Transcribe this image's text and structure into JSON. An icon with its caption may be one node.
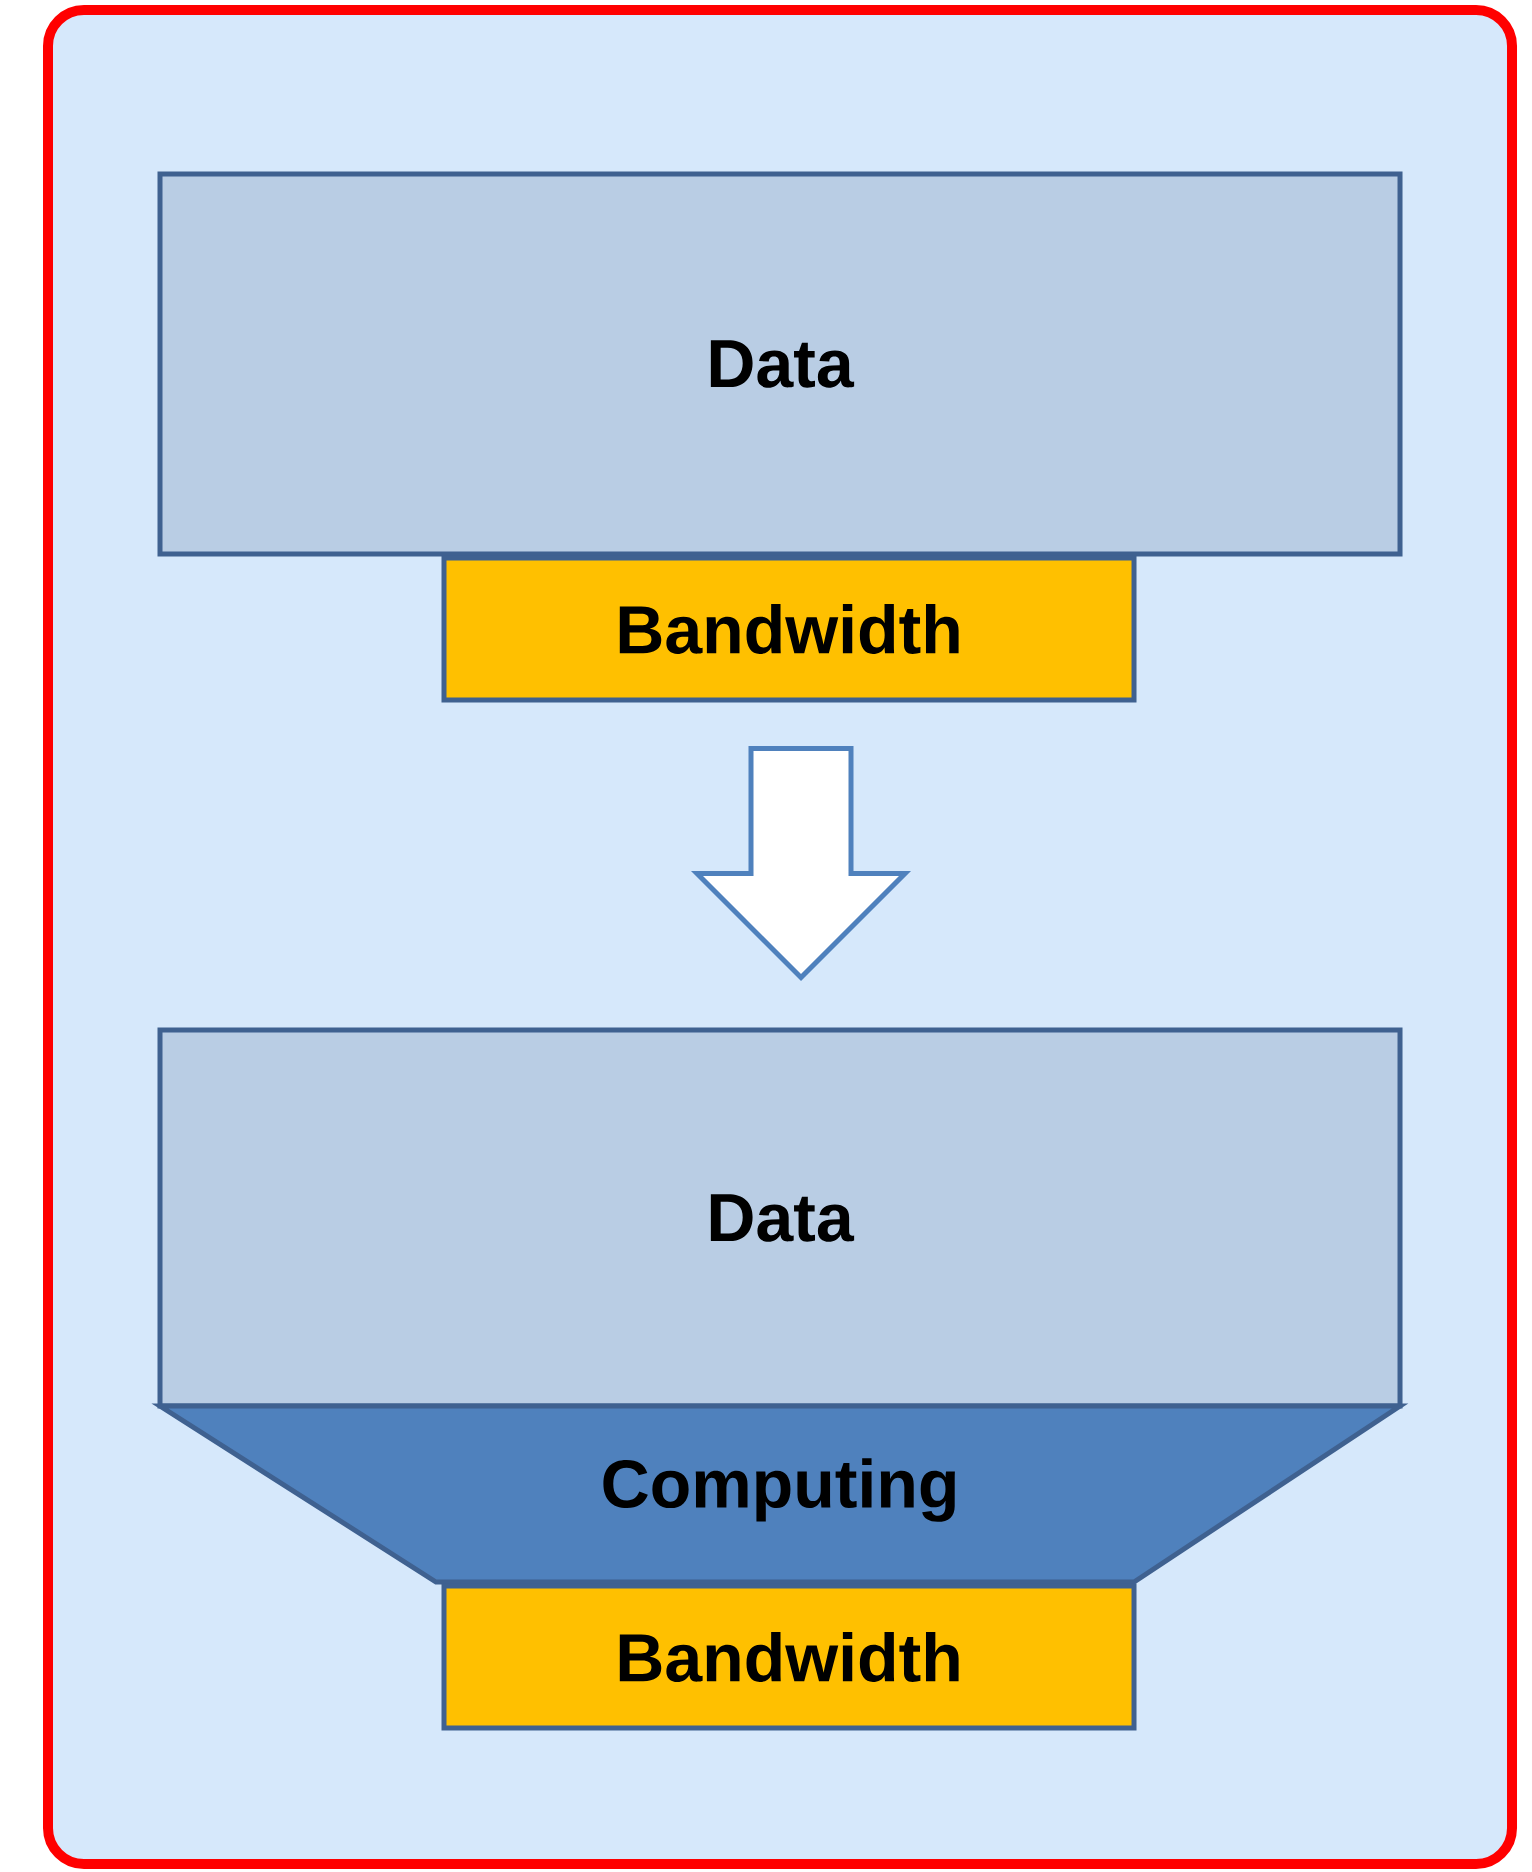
{
  "diagram": {
    "nodes": [
      {
        "text": [
          "Data"
        ]
      },
      {
        "text": [
          "Bandwidth"
        ]
      },
      {
        "text": [
          "Data"
        ]
      },
      {
        "text": [
          "Computing"
        ]
      },
      {
        "text": [
          "Bandwidth"
        ]
      }
    ],
    "edges": [
      {
        "from": 1,
        "to": 2,
        "arrow": "to"
      }
    ]
  }
}
